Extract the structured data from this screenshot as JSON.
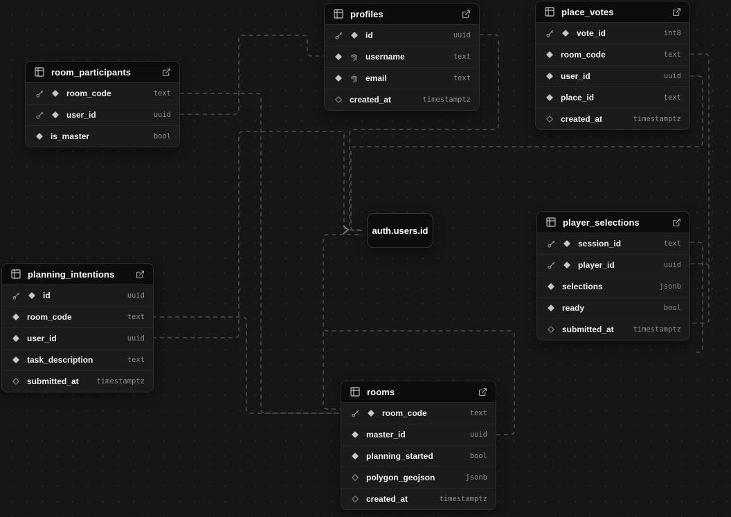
{
  "colors": {
    "canvas_bg": "#161616",
    "grid_dot": "#262626",
    "node_bg": "#1b1b1b",
    "node_border": "#2e2e2e",
    "header_bg": "#0c0c0c",
    "edge": "#4d4d4d",
    "column_name_text": "#ededed",
    "column_type_text": "#8b8b8b"
  },
  "auth_node": {
    "label": "auth.users.id"
  },
  "tables": [
    {
      "id": "room_participants",
      "title": "room_participants",
      "columns": [
        {
          "name": "room_code",
          "type": "text",
          "pk": true
        },
        {
          "name": "user_id",
          "type": "uuid",
          "pk": true
        },
        {
          "name": "is_master",
          "type": "bool"
        }
      ]
    },
    {
      "id": "profiles",
      "title": "profiles",
      "columns": [
        {
          "name": "id",
          "type": "uuid",
          "pk": true
        },
        {
          "name": "username",
          "type": "text",
          "unique": true
        },
        {
          "name": "email",
          "type": "text",
          "unique": true
        },
        {
          "name": "created_at",
          "type": "timestamptz",
          "nullable": true
        }
      ]
    },
    {
      "id": "place_votes",
      "title": "place_votes",
      "columns": [
        {
          "name": "vote_id",
          "type": "int8",
          "pk": true
        },
        {
          "name": "room_code",
          "type": "text"
        },
        {
          "name": "user_id",
          "type": "uuid"
        },
        {
          "name": "place_id",
          "type": "text"
        },
        {
          "name": "created_at",
          "type": "timestamptz",
          "nullable": true
        }
      ]
    },
    {
      "id": "player_selections",
      "title": "player_selections",
      "columns": [
        {
          "name": "session_id",
          "type": "text",
          "pk": true
        },
        {
          "name": "player_id",
          "type": "uuid",
          "pk": true
        },
        {
          "name": "selections",
          "type": "jsonb"
        },
        {
          "name": "ready",
          "type": "bool"
        },
        {
          "name": "submitted_at",
          "type": "timestamptz",
          "nullable": true
        }
      ]
    },
    {
      "id": "planning_intentions",
      "title": "planning_intentions",
      "columns": [
        {
          "name": "id",
          "type": "uuid",
          "pk": true
        },
        {
          "name": "room_code",
          "type": "text"
        },
        {
          "name": "user_id",
          "type": "uuid"
        },
        {
          "name": "task_description",
          "type": "text"
        },
        {
          "name": "submitted_at",
          "type": "timestamptz",
          "nullable": true
        }
      ]
    },
    {
      "id": "rooms",
      "title": "rooms",
      "columns": [
        {
          "name": "room_code",
          "type": "text",
          "pk": true
        },
        {
          "name": "master_id",
          "type": "uuid"
        },
        {
          "name": "planning_started",
          "type": "bool"
        },
        {
          "name": "polygon_geojson",
          "type": "jsonb",
          "nullable": true
        },
        {
          "name": "created_at",
          "type": "timestamptz",
          "nullable": true
        }
      ]
    }
  ]
}
